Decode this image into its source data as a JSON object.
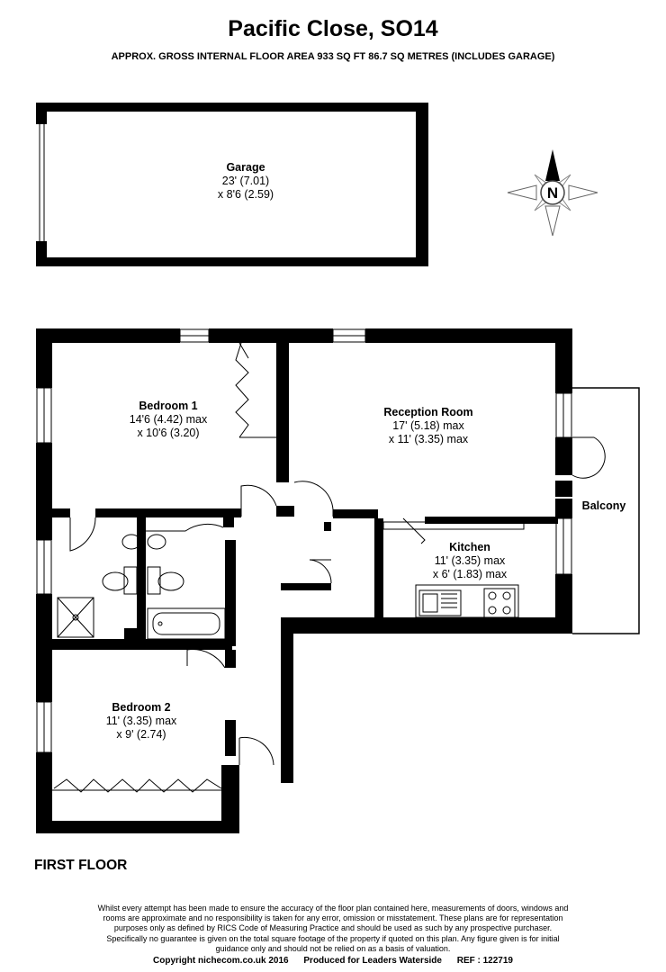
{
  "header": {
    "title": "Pacific Close, SO14",
    "subtitle": "APPROX. GROSS INTERNAL FLOOR AREA 933 SQ FT 86.7 SQ METRES (INCLUDES GARAGE)"
  },
  "compass": {
    "label": "N",
    "icon": "compass-rose-icon"
  },
  "rooms": {
    "garage": {
      "name": "Garage",
      "dim1": "23' (7.01)",
      "dim2": "x 8'6 (2.59)"
    },
    "bedroom1": {
      "name": "Bedroom 1",
      "dim1": "14'6 (4.42) max",
      "dim2": "x 10'6 (3.20)"
    },
    "reception": {
      "name": "Reception Room",
      "dim1": "17' (5.18) max",
      "dim2": "x 11' (3.35) max"
    },
    "balcony": {
      "name": "Balcony"
    },
    "kitchen": {
      "name": "Kitchen",
      "dim1": "11' (3.35) max",
      "dim2": "x 6' (1.83) max"
    },
    "bedroom2": {
      "name": "Bedroom 2",
      "dim1": "11' (3.35) max",
      "dim2": "x 9' (2.74)"
    }
  },
  "floor_label": "FIRST FLOOR",
  "disclaimer": [
    "Whilst every attempt has been made to ensure the accuracy of the floor plan contained here, measurements of doors, windows and",
    "rooms are approximate and no responsibility is taken for any error, omission or misstatement. These plans are for representation",
    "purposes only as defined by RICS Code of Measuring Practice and should be used as such by any prospective purchaser.",
    "Specifically no guarantee is given on the total square footage of the property if quoted on this plan. Any figure given is for initial",
    "guidance only and should not be relied on as a basis of valuation."
  ],
  "footer": {
    "copyright": "Copyright nichecom.co.uk 2016",
    "produced_for": "Produced for  Leaders Waterside",
    "ref": "REF :  122719"
  },
  "colors": {
    "wall": "#000000",
    "fixture": "#000000",
    "background": "#ffffff"
  }
}
